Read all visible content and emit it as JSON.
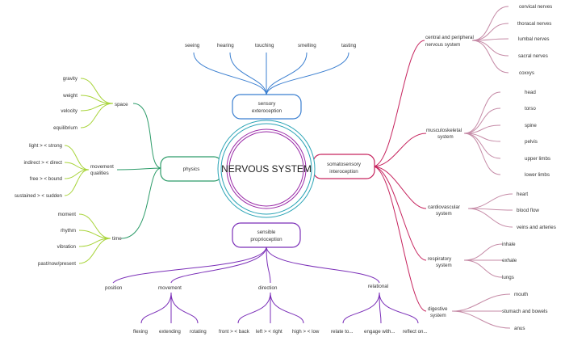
{
  "center": {
    "label": "NERVOUS SYSTEM"
  },
  "colors": {
    "sensory": "#3b7fd0",
    "physics": "#2e9c6a",
    "physics_leaf": "#a8d43a",
    "somato": "#c6245e",
    "somato_leaf": "#c58aa6",
    "proprio": "#7b2fb8",
    "center_outer": "#29a3b5",
    "center_inner": "#9a2aa8"
  },
  "sensory": {
    "label_line1": "sensory",
    "label_line2": "exteroception",
    "children": [
      "seeing",
      "hearing",
      "touching",
      "smelling",
      "tasting"
    ]
  },
  "physics": {
    "label": "physics",
    "space": {
      "label": "space",
      "children": [
        "gravity",
        "weight",
        "velocity",
        "equilibrium"
      ]
    },
    "movement_qualities": {
      "label_line1": "movement",
      "label_line2": "qualities",
      "children": [
        "light > < strong",
        "indirect > < direct",
        "free > < bound",
        "sustained > < sudden"
      ]
    },
    "time": {
      "label": "time",
      "children": [
        "moment",
        "rhythm",
        "vibration",
        "past/now/present"
      ]
    }
  },
  "somatosensory": {
    "label_line1": "somatosensory",
    "label_line2": "interoception",
    "central": {
      "label_line1": "central and peripheral",
      "label_line2": "nervous system",
      "children": [
        "cervical nerves",
        "thoracal nerves",
        "lumbal nerves",
        "sacral nerves",
        "coxxys"
      ]
    },
    "musculoskeletal": {
      "label_line1": "musculoskeletal",
      "label_line2": "system",
      "children": [
        "head",
        "torso",
        "spine",
        "pelvis",
        "upper limbs",
        "lower limbs"
      ]
    },
    "cardiovascular": {
      "label_line1": "cardiovascular",
      "label_line2": "system",
      "children": [
        "heart",
        "blood flow",
        "veins and arteries"
      ]
    },
    "respiratory": {
      "label_line1": "respiratory",
      "label_line2": "system",
      "children": [
        "inhale",
        "exhale",
        "lungs"
      ]
    },
    "digestive": {
      "label_line1": "digestive",
      "label_line2": "system",
      "children": [
        "mouth",
        "stumach and bowels",
        "anus"
      ]
    }
  },
  "proprioception": {
    "label_line1": "sensible",
    "label_line2": "proprioception",
    "position": {
      "label": "position"
    },
    "movement": {
      "label": "movement",
      "children": [
        "flexing",
        "extending",
        "rotating"
      ]
    },
    "direction": {
      "label": "direction",
      "children": [
        "front > < back",
        "left > < right",
        "high > < low"
      ]
    },
    "relational": {
      "label": "relational",
      "children": [
        "relate to...",
        "engage with...",
        "reflect on..."
      ]
    }
  }
}
